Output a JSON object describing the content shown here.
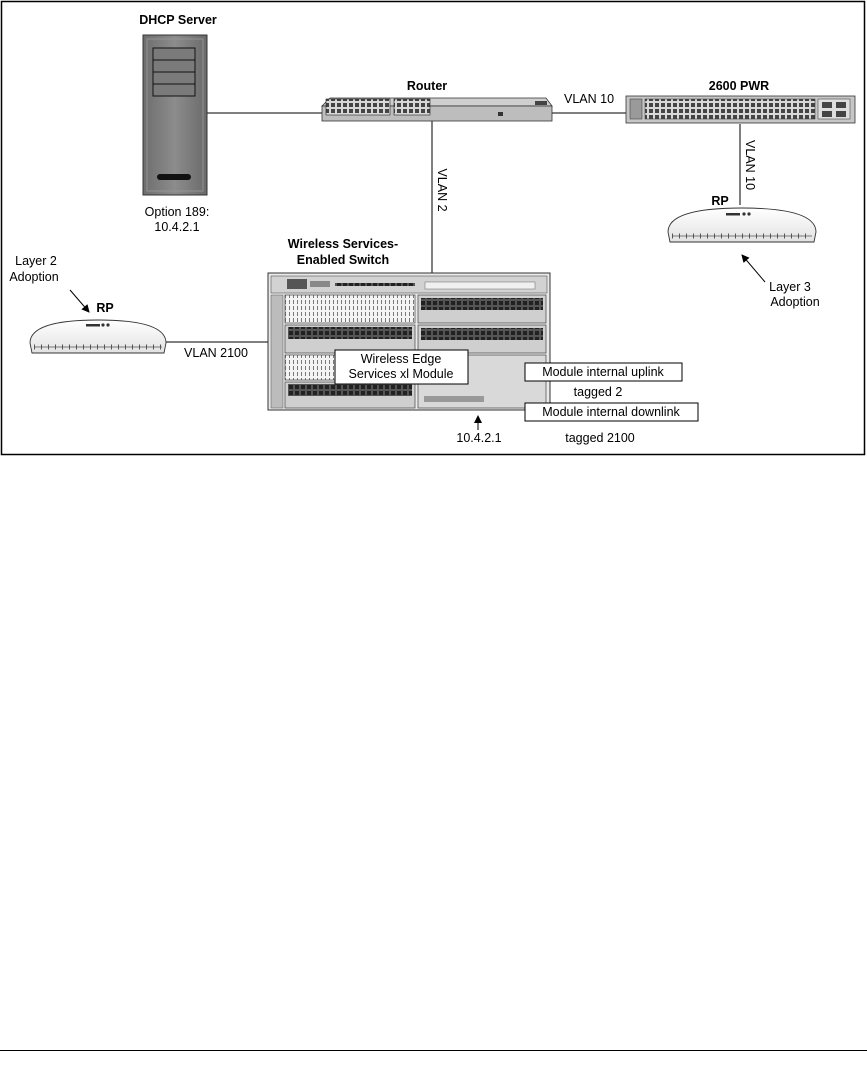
{
  "labels": {
    "dhcp_server": "DHCP Server",
    "option_line1": "Option 189:",
    "option_line2": "10.4.2.1",
    "router": "Router",
    "pwr_switch": "2600 PWR",
    "vlan_top": "VLAN 10",
    "vlan_right": "VLAN 10",
    "vlan_mid": "VLAN 2",
    "rp_right": "RP",
    "rp_left": "RP",
    "layer3_line1": "Layer 3",
    "layer3_line2": "Adoption",
    "layer2_line1": "Layer 2",
    "layer2_line2": "Adoption",
    "wss_line1": "Wireless Services-",
    "wss_line2": "Enabled Switch",
    "vlan_left": "VLAN 2100",
    "module_line1": "Wireless Edge",
    "module_line2": "Services xl Module",
    "uplink": "Module internal uplink",
    "uplink_tag": "tagged 2",
    "downlink": "Module internal downlink",
    "downlink_tag": "tagged 2100",
    "module_ip": "10.4.2.1"
  }
}
